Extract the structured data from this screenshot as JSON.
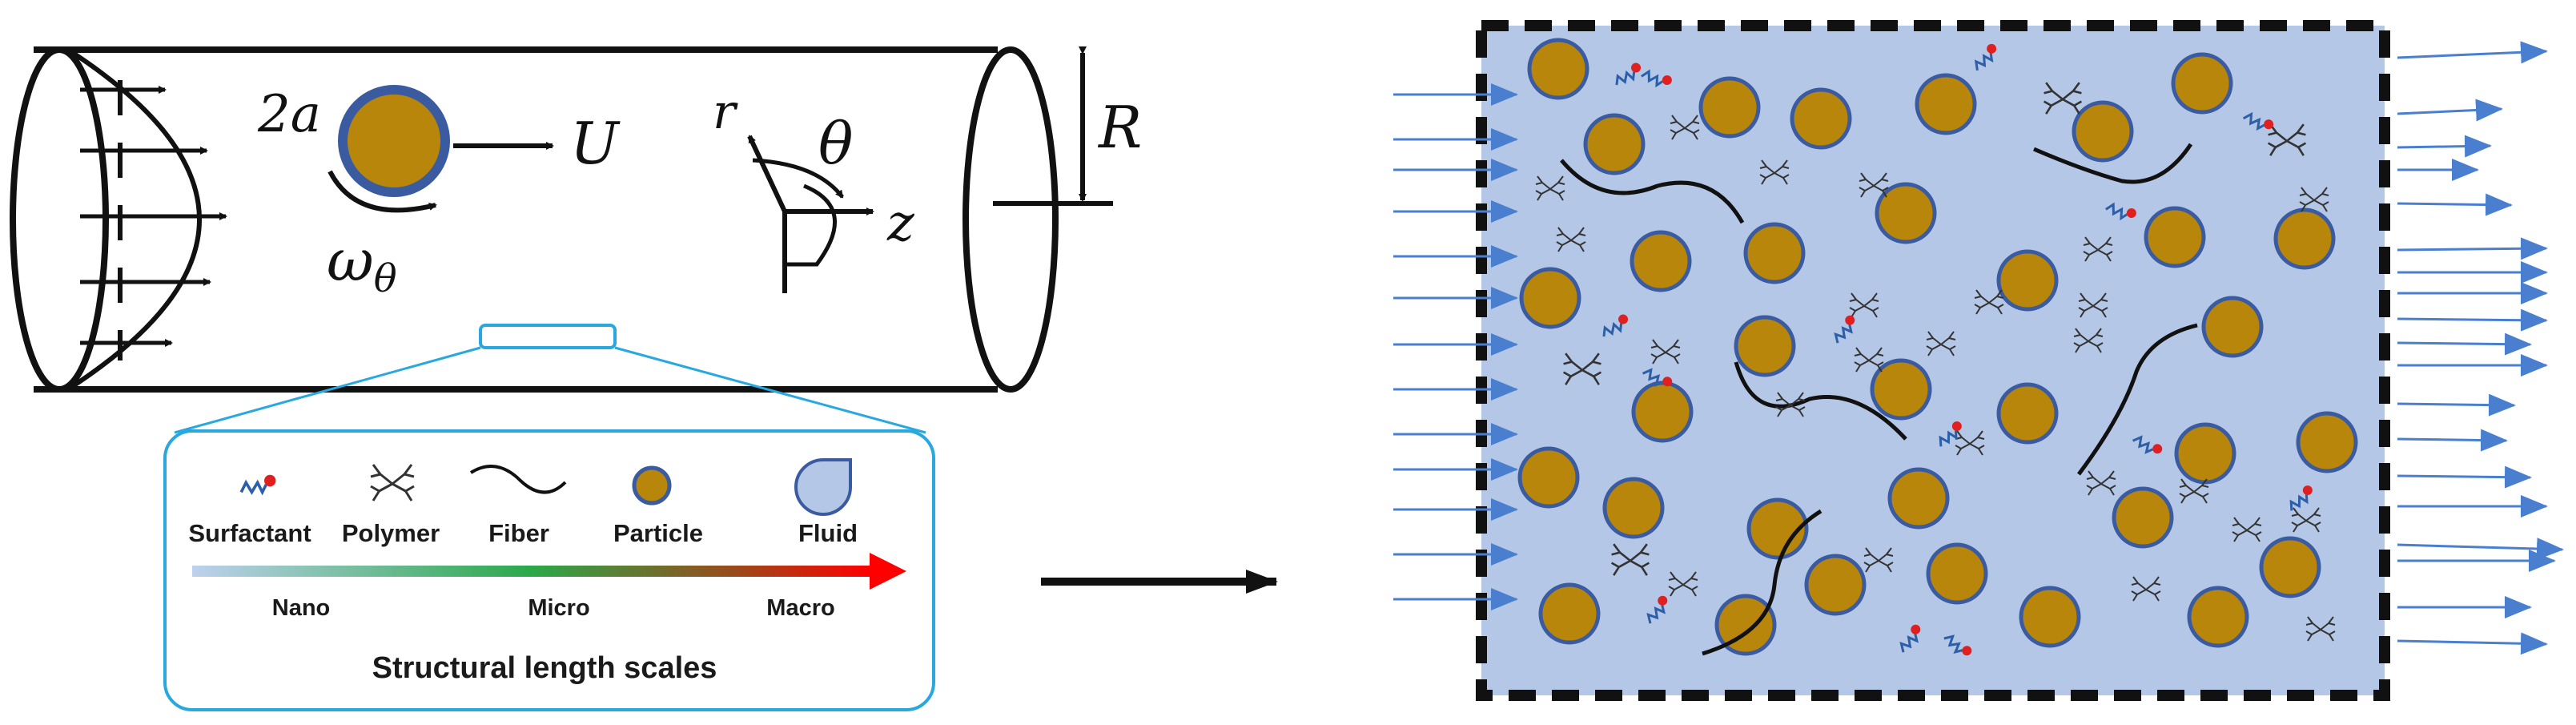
{
  "pipe": {
    "diameter_label": "2a",
    "velocity_label": "U",
    "rotation_label": "ω",
    "rotation_subscript": "θ",
    "radius_label": "R",
    "coord_r": "r",
    "coord_theta": "θ",
    "coord_z": "z"
  },
  "legend": {
    "items": [
      "Surfactant",
      "Polymer",
      "Fiber",
      "Particle",
      "Fluid"
    ],
    "scales": [
      "Nano",
      "Micro",
      "Macro"
    ],
    "title": "Structural length scales"
  },
  "colors": {
    "particle_fill": "#B8860B",
    "particle_stroke": "#3A5BA0",
    "domain_fill": "#B4C7E7",
    "flow_arrow": "#4A7FD0",
    "gradient": [
      "#BDD1EE",
      "#2AA84A",
      "#9A4A1A",
      "#FF0000"
    ],
    "legend_border": "#29A8E0",
    "surfactant_tail": "#2D5FA8",
    "surfactant_head": "#E02020"
  }
}
